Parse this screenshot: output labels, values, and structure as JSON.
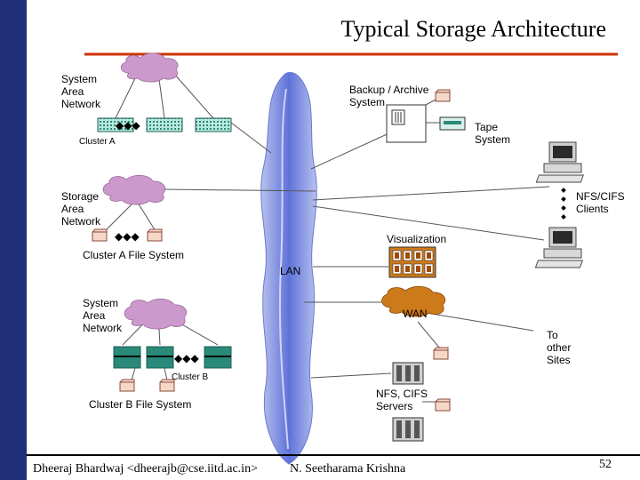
{
  "title": "Typical Storage Architecture",
  "labels": {
    "system_area_network": "System Area Network",
    "backup_archive": "Backup / Archive System",
    "tape_system": "Tape System",
    "cluster_a": "Cluster A",
    "nfs_cifs_clients": "NFS/CIFS Clients",
    "storage_area_network": "Storage Area Network",
    "visualization": "Visualization",
    "cluster_a_fs": "Cluster A File System",
    "lan": "LAN",
    "system_area_network_b": "System Area Network",
    "wan": "WAN",
    "to_other_sites": "To other Sites",
    "cluster_b": "Cluster B",
    "cluster_b_fs": "Cluster B File System",
    "nfs_cifs_servers": "NFS, CIFS Servers",
    "ellipsis": "◆◆◆"
  },
  "footer": {
    "author": "Dheeraj Bhardwaj <dheerajb@cse.iitd.ac.in>",
    "coauthor": "N. Seetharama Krishna",
    "page": "52"
  },
  "colors": {
    "sidebar": "#1f2f7a",
    "title_rule": "#cc3300",
    "cloud": "#cc99cc",
    "lan_cloud": "#8899e0",
    "switch_teal": "#2a8a7a",
    "visualization": "#cc7a1a",
    "disk": "#f6d8c8"
  }
}
